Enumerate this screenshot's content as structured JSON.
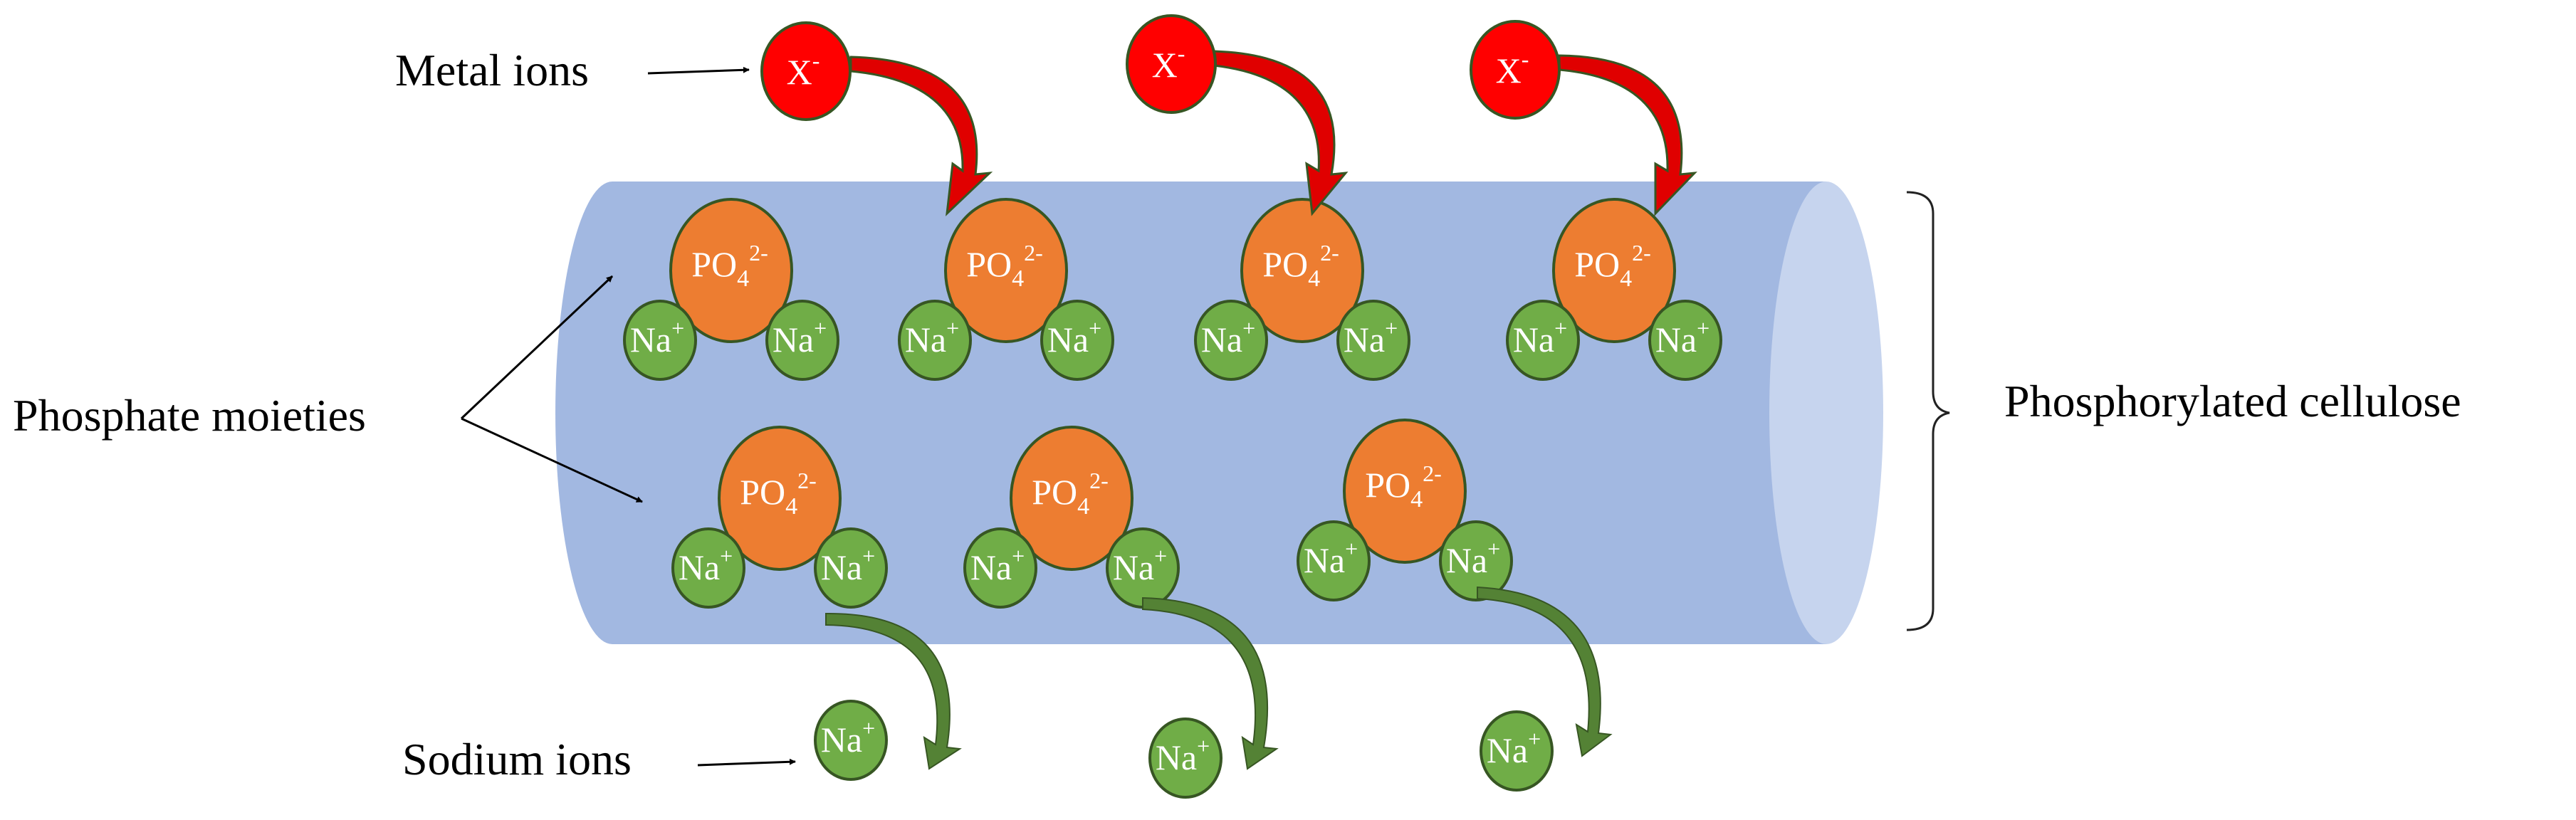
{
  "labels": {
    "metal_ions": "Metal ions",
    "phosphate_moieties": "Phosphate moieties",
    "sodium_ions": "Sodium ions",
    "phosphorylated_cellulose": "Phosphorylated cellulose"
  },
  "ions": {
    "metal": {
      "text": "X",
      "sup": "-"
    },
    "phosphate": {
      "text": "PO",
      "sub": "4",
      "sup": "2-"
    },
    "sodium": {
      "text": "Na",
      "sup": "+"
    }
  },
  "colors": {
    "cylinder_body": "#a2b8e1",
    "cylinder_end": "#c6d4ee",
    "metal_ion": "#ff0000",
    "phosphate": "#ed7d31",
    "sodium": "#70ad47",
    "dark_outline": "#375623",
    "red_arrow": "#e00000",
    "green_arrow": "#548235"
  }
}
